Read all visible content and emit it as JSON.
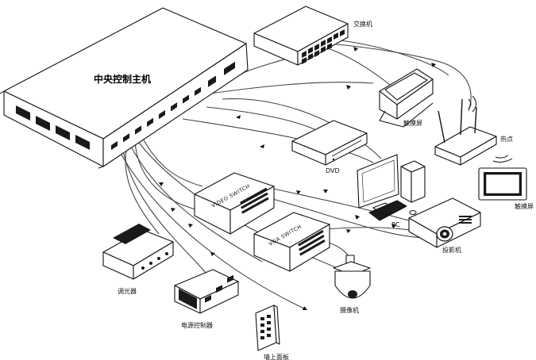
{
  "labels": {
    "central_controller": "中央控制主机",
    "switch": "交换机",
    "touch_panel": "触摸屏",
    "hotspot": "热点",
    "touch_screen": "触摸屏",
    "dvd": "DVD",
    "pc": "PC",
    "projector": "投影机",
    "camera": "摄像机",
    "dimmer": "调光器",
    "power_controller": "电源控制器",
    "wall_panel": "墙上面板",
    "video_switch": "VIDEO SWITCH",
    "vga_switch": "VGA SWITCH"
  },
  "colors": {
    "line": "#111111",
    "cable": "#444444",
    "device_fill": "#ffffff",
    "device_dark": "#1a1a1a"
  }
}
